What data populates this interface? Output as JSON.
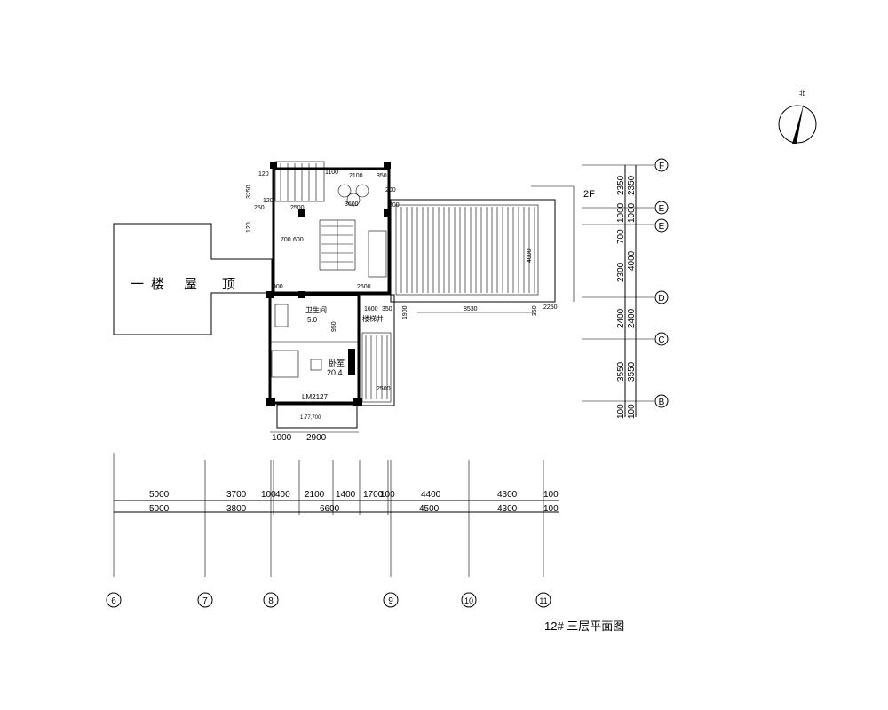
{
  "drawing": {
    "title": "12#  三层平面图",
    "roof_label_chars": [
      "一",
      "楼",
      "屋",
      "顶"
    ],
    "floor_2f": "2F",
    "north_label": "北",
    "stair_label": "楼梯井",
    "room_label": "卧室",
    "room_area": "20.4",
    "door_tag": "LM2127",
    "balcony_elev": "1.77,700",
    "bath_label": "卫生间",
    "bath_area": "5.0",
    "dims_upper_plan": [
      "120",
      "2100",
      "1100",
      "350",
      "3250",
      "120",
      "250",
      "2500",
      "3600",
      "200",
      "120",
      "700",
      "600",
      "200",
      "900",
      "2600",
      "1600",
      "350",
      "1900",
      "8530",
      "350",
      "2250",
      "4000",
      "2500",
      "950"
    ],
    "dims_lower_plan": [
      "1000",
      "2900"
    ]
  },
  "bottom_dims": {
    "row1": [
      "5000",
      "3700",
      "100",
      "400",
      "2100",
      "1400",
      "1700",
      "100",
      "4400",
      "4300",
      "100"
    ],
    "row2": [
      "5000",
      "3800",
      "6600",
      "4500",
      "4300",
      "100"
    ]
  },
  "right_dims": {
    "col1": [
      "2350",
      "1000",
      "700",
      "2300",
      "2400",
      "3550",
      "100"
    ],
    "col2": [
      "2350",
      "1000",
      "4000",
      "2400",
      "3550",
      "100"
    ]
  },
  "grid_axes": {
    "bottom": [
      "6",
      "7",
      "8",
      "9",
      "10",
      "11"
    ],
    "right": [
      "F",
      "E",
      "E",
      "D",
      "C",
      "B"
    ]
  }
}
